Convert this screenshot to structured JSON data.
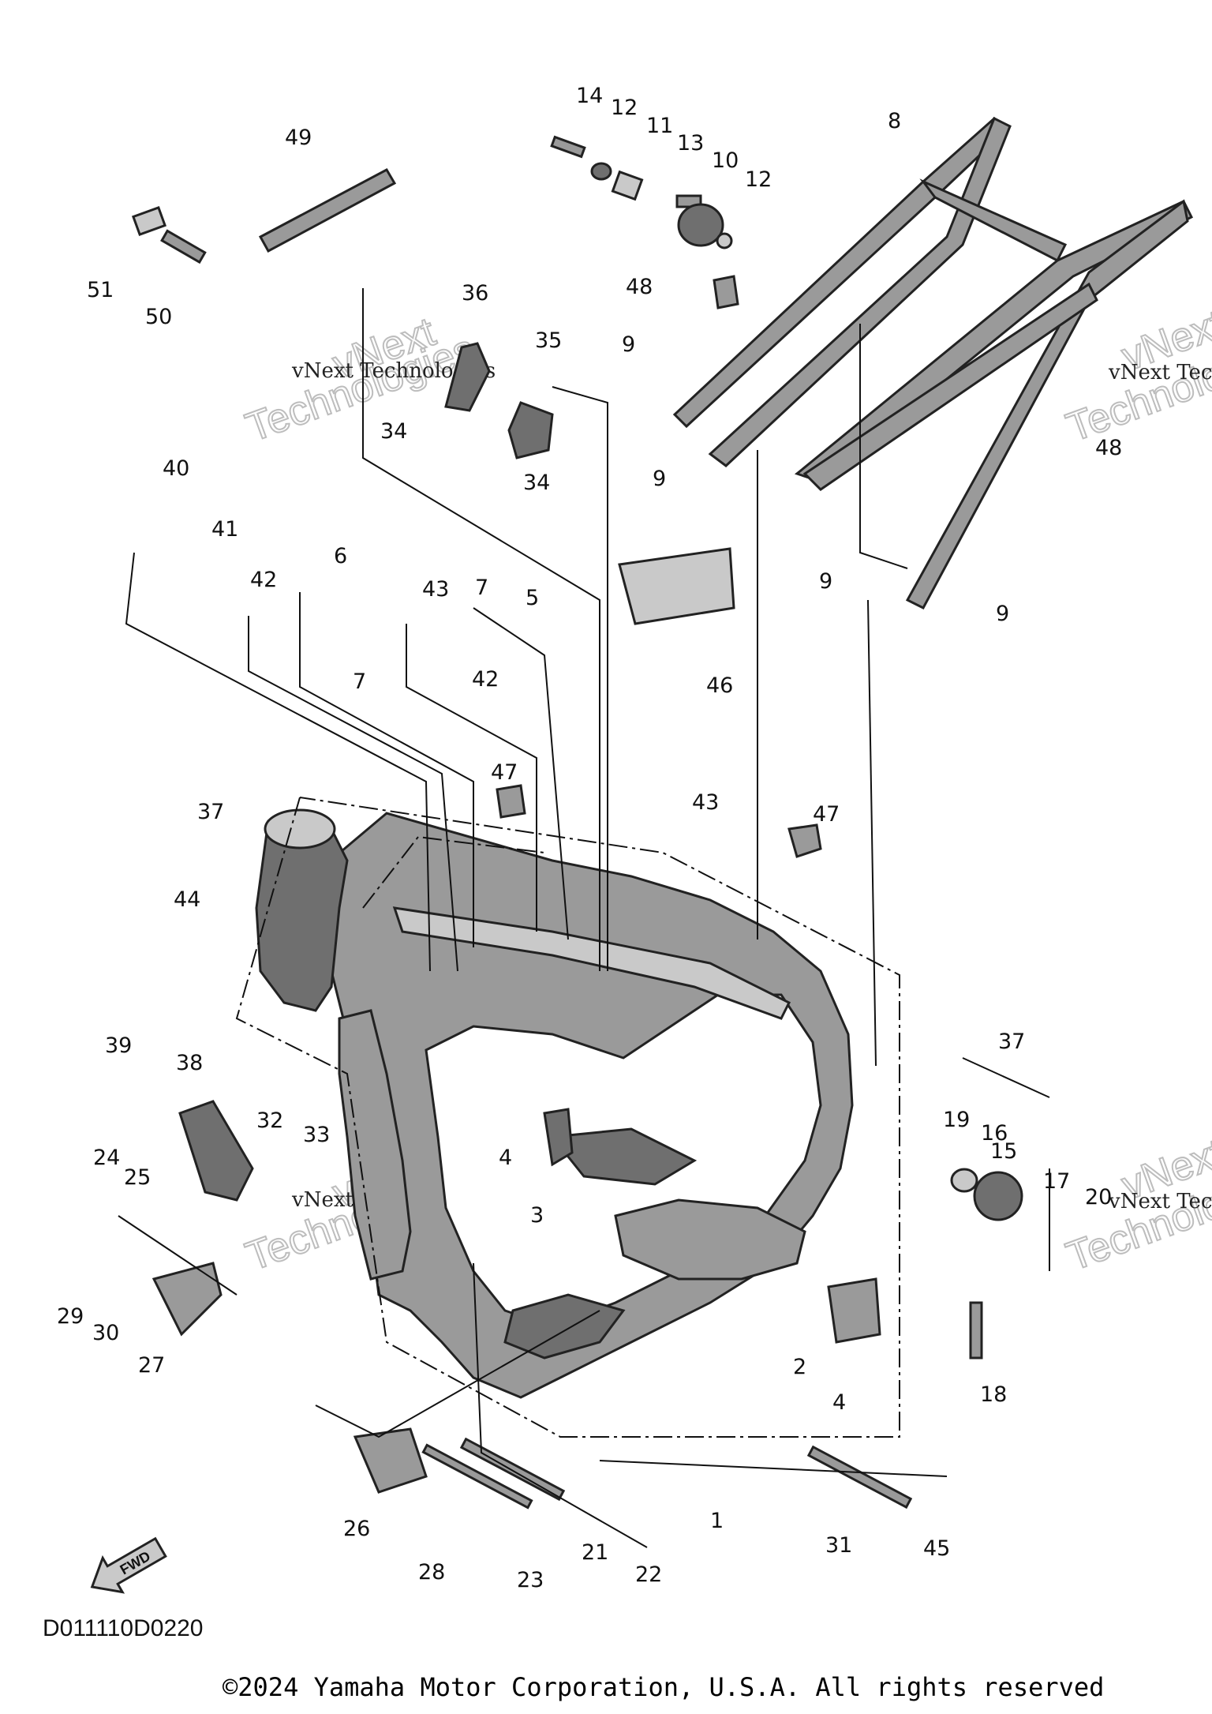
{
  "diagram_code": "D011110D0220",
  "copyright": "©2024 Yamaha Motor Corporation, U.S.A. All rights reserved",
  "watermark": {
    "line1": "vNext Technologies",
    "line2": "Technologies",
    "line3": "vNext"
  },
  "fwd_label": "FWD",
  "callouts": [
    "1",
    "2",
    "3",
    "4",
    "4",
    "5",
    "6",
    "7",
    "7",
    "8",
    "9",
    "9",
    "9",
    "9",
    "10",
    "11",
    "12",
    "12",
    "13",
    "14",
    "15",
    "16",
    "17",
    "18",
    "19",
    "20",
    "21",
    "22",
    "23",
    "24",
    "25",
    "26",
    "27",
    "28",
    "29",
    "30",
    "31",
    "32",
    "33",
    "34",
    "34",
    "35",
    "36",
    "37",
    "37",
    "38",
    "39",
    "40",
    "41",
    "42",
    "42",
    "43",
    "43",
    "44",
    "45",
    "46",
    "47",
    "47",
    "48",
    "48",
    "49",
    "50",
    "51"
  ]
}
